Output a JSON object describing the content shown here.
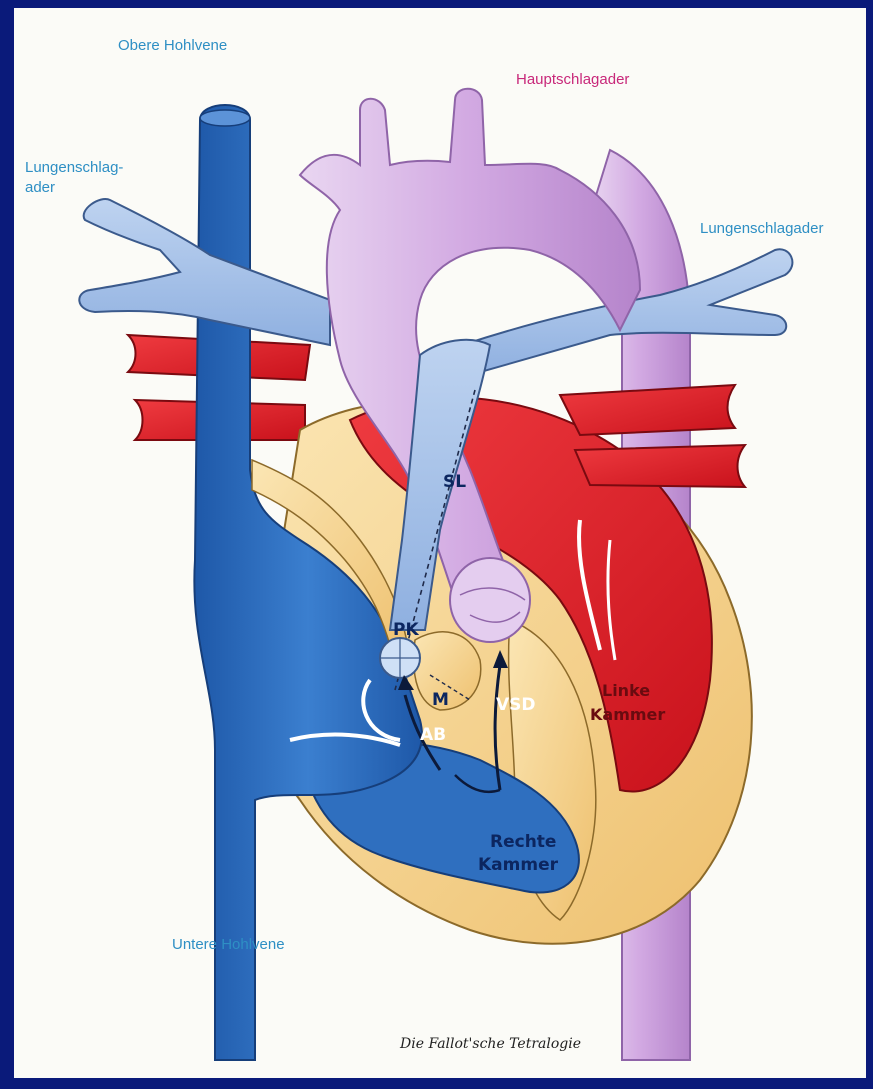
{
  "labels": {
    "superior_vena_cava": "Obere Hohlvene",
    "pulmonary_artery_left_line1": "Lungenschlag-",
    "pulmonary_artery_left_line2": "ader",
    "aorta": "Hauptschlagader",
    "pulmonary_artery_right": "Lungenschlagader",
    "inferior_vena_cava": "Untere Hohlvene",
    "sl": "SL",
    "pk": "PK",
    "m": "M",
    "ab": "AB",
    "vsd": "VSD",
    "left_ventricle_line1": "Linke",
    "left_ventricle_line2": "Kammer",
    "right_ventricle_line1": "Rechte",
    "right_ventricle_line2": "Kammer"
  },
  "caption": "Die Fallot'sche Tetralogie",
  "colors": {
    "background_frame": "#0a1a7a",
    "panel": "#fbfbf7",
    "venous_blue": "#2f6fbf",
    "pulmonary_light_blue": "#a9c4ea",
    "aorta_lilac": "#d9b7e6",
    "arterial_red": "#e3202a",
    "myocardium_tan": "#f5d393",
    "label_blue": "#2e8fc4",
    "label_pink": "#c8287a"
  }
}
